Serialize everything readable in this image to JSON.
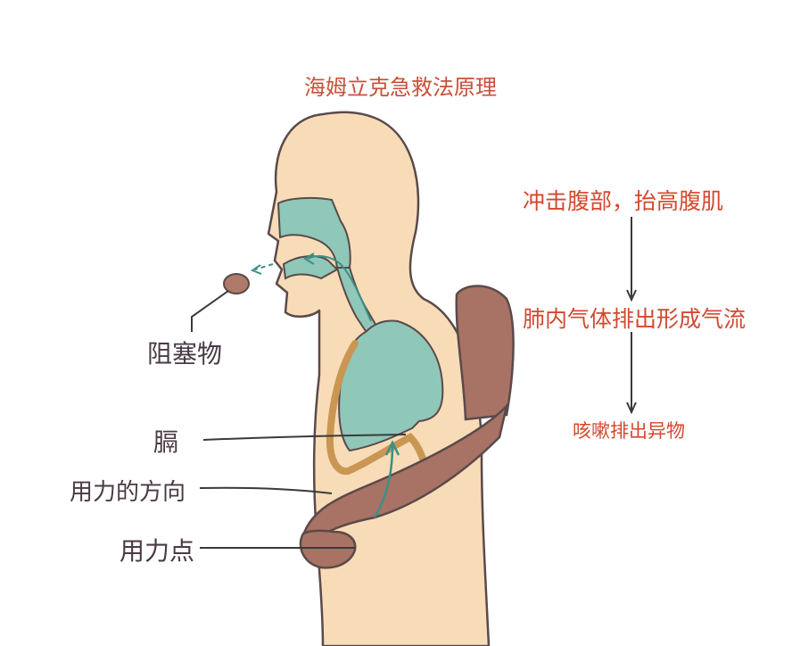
{
  "title": "海姆立克急救法原理",
  "flow": {
    "steps": [
      "冲击腹部，抬高腹肌",
      "肺内气体排出形成气流",
      "咳嗽排出异物"
    ]
  },
  "labels": {
    "obstruction": "阻塞物",
    "diaphragm": "膈",
    "force_direction": "用力的方向",
    "force_point": "用力点"
  },
  "colors": {
    "title": "#c8503a",
    "steps": "#d4482f",
    "labels": "#4a3a45",
    "skin": "#f8dcb8",
    "airway": "#8fc7b9",
    "arm": "#a87265",
    "diaphragm": "#c99753",
    "foreign_object": "#b07a6a"
  }
}
